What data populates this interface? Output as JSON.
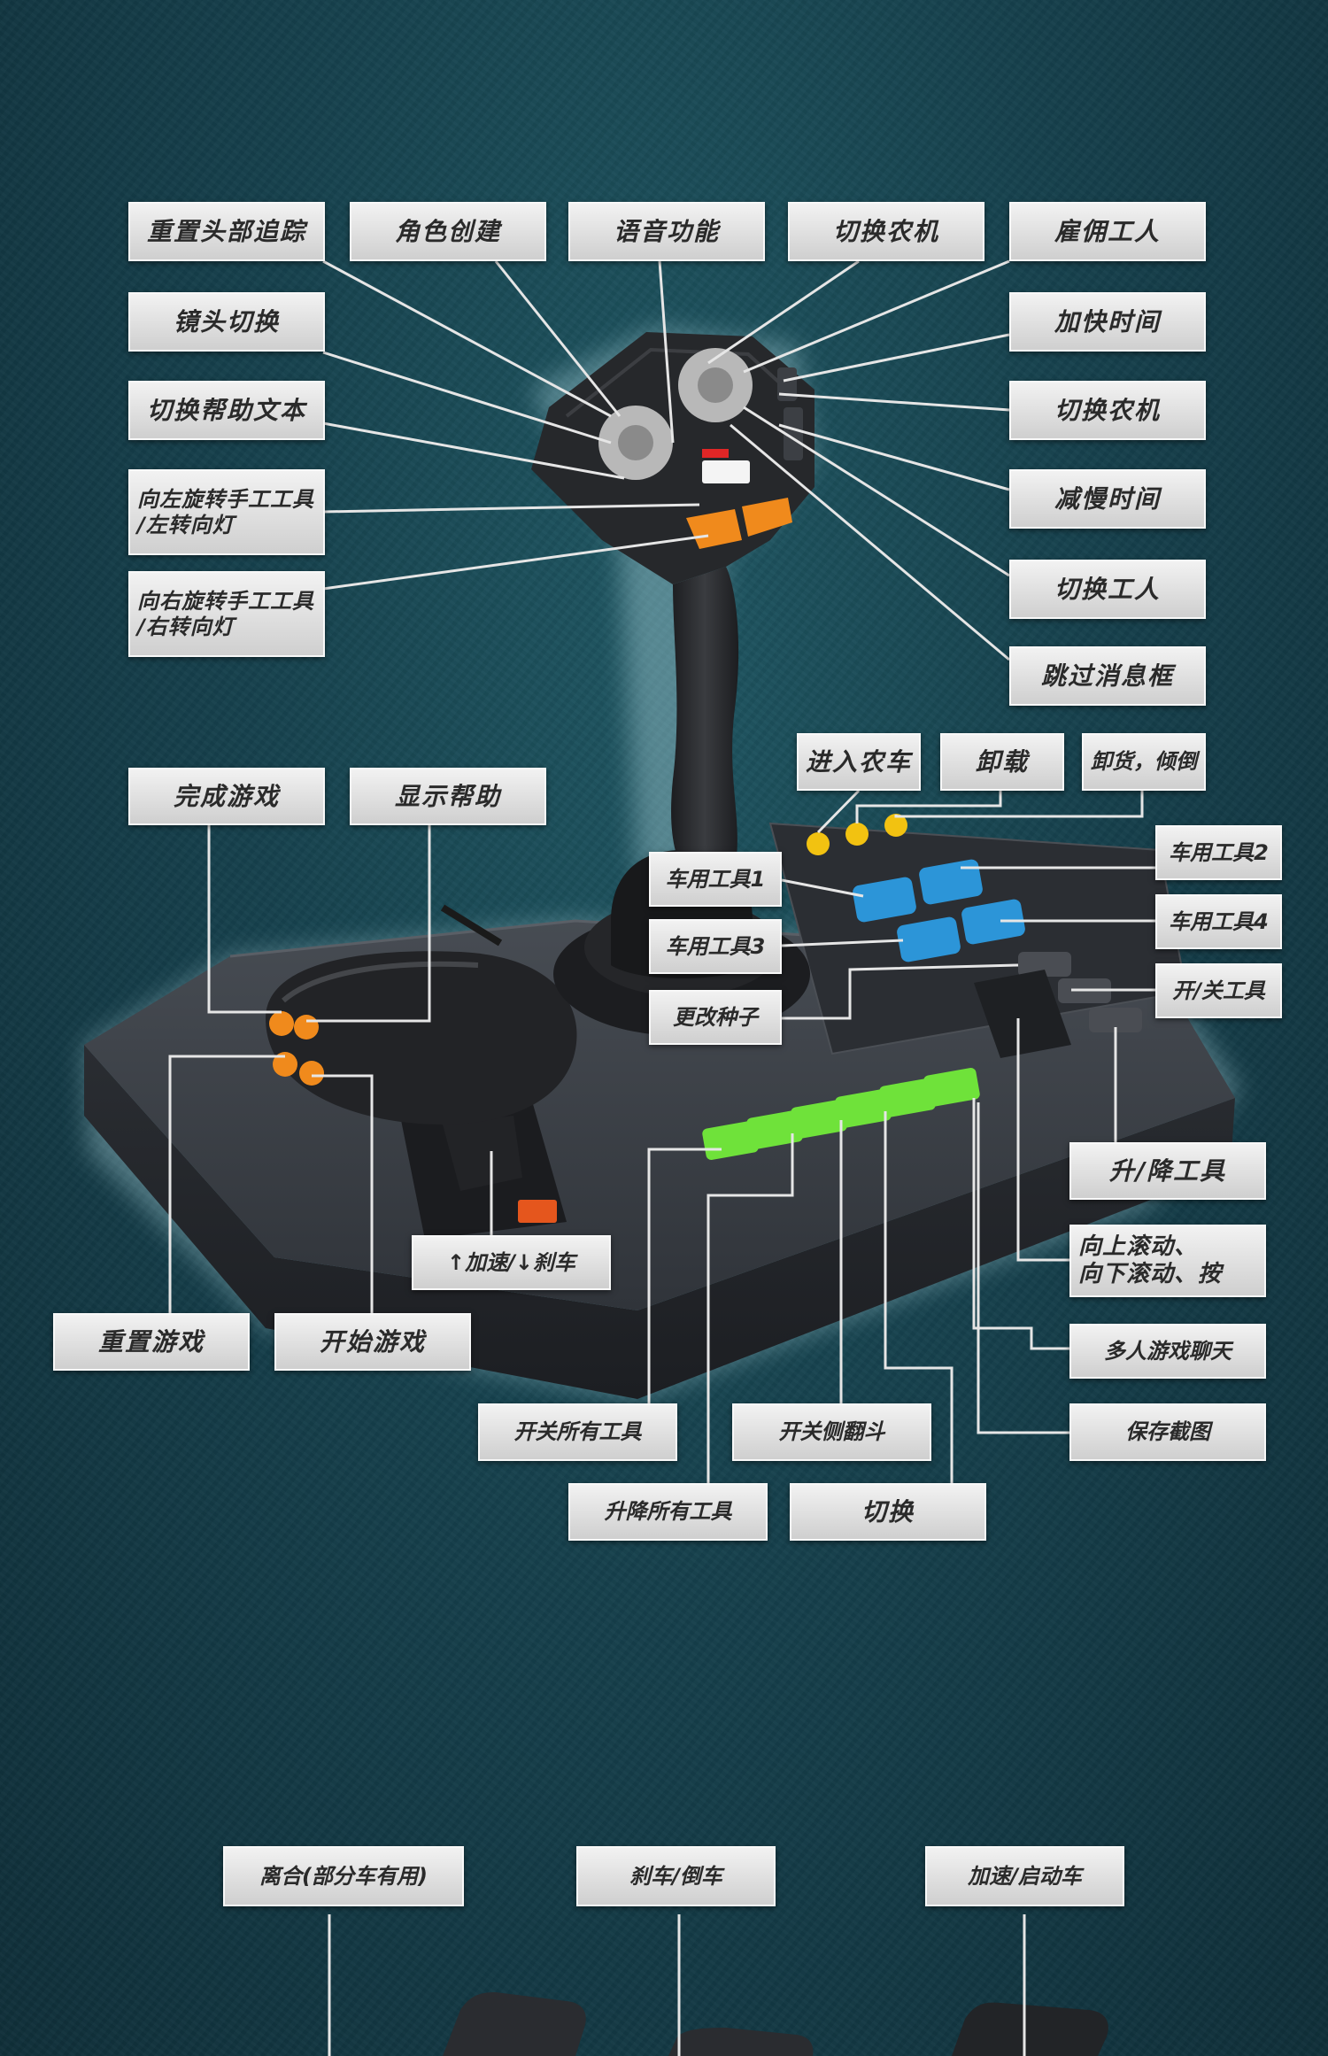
{
  "labels": {
    "reset_head_tracking": "重置头部追踪",
    "character_creation": "角色创建",
    "voice_function": "语音功能",
    "switch_machine_1": "切换农机",
    "hire_worker": "雇佣工人",
    "camera_switch": "镜头切换",
    "speed_up_time": "加快时间",
    "toggle_help_text": "切换帮助文本",
    "switch_machine_2": "切换农机",
    "rotate_left": "向左旋转手工工具\n/左转向灯",
    "slow_down_time": "减慢时间",
    "switch_worker": "切换工人",
    "rotate_right": "向右旋转手工工具\n/右转向灯",
    "skip_message": "跳过消息框",
    "enter_vehicle": "进入农车",
    "unload": "卸载",
    "unload_tip": "卸货，倾倒",
    "finish_game": "完成游戏",
    "show_help": "显示帮助",
    "vehicle_tool_1": "车用工具1",
    "vehicle_tool_2": "车用工具2",
    "vehicle_tool_3": "车用工具3",
    "vehicle_tool_4": "车用工具4",
    "change_seed": "更改种子",
    "tool_on_off": "开/关工具",
    "raise_lower_tool": "升/降工具",
    "scroll": "向上滚动、\n向下滚动、按",
    "accel_brake": "↑加速/↓刹车",
    "multiplayer_chat": "多人游戏聊天",
    "reset_game": "重置游戏",
    "start_game": "开始游戏",
    "toggle_all_tools": "开关所有工具",
    "toggle_side_tip": "开关侧翻斗",
    "save_screenshot": "保存截图",
    "raise_lower_all": "升降所有工具",
    "switch": "切换",
    "clutch": "离合(部分车有用)",
    "brake_reverse": "刹车/倒车",
    "accel_start": "加速/启动车"
  },
  "colors": {
    "orange_button": "#f08a1c",
    "blue_button": "#2c95d8",
    "green_button": "#6fe23a",
    "label_bg": "#e3e3e3",
    "device_body": "#35393f"
  }
}
